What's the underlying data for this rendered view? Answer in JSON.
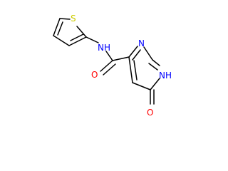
{
  "molecule": {
    "atoms": {
      "s1": "S",
      "amide_n": "N",
      "amide_h": "H",
      "amide_o": "O",
      "ring_n3": "N",
      "ring_n1": "N",
      "ring_h1": "H",
      "keto_o": "O"
    },
    "colors": {
      "bond": "#000000",
      "nitrogen": "#0000ff",
      "oxygen": "#ff0000",
      "sulfur": "#cccc00"
    }
  }
}
